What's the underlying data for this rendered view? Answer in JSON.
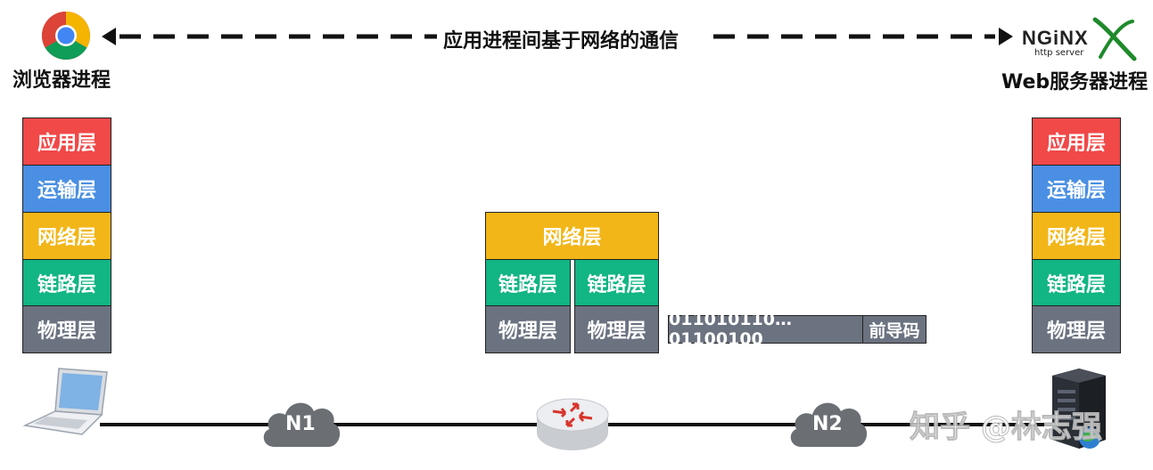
{
  "top": {
    "left_label": "浏览器进程",
    "right_label": "Web服务器进程",
    "arrow_label": "应用进程间基于网络的通信",
    "nginx_logo_text": "NGiNX",
    "nginx_sub_text": "http server"
  },
  "left_stack": [
    "应用层",
    "运输层",
    "网络层",
    "链路层",
    "物理层"
  ],
  "right_stack": [
    "应用层",
    "运输层",
    "网络层",
    "链路层",
    "物理层"
  ],
  "router_stack": {
    "network": "网络层",
    "link_left": "链路层",
    "link_right": "链路层",
    "phys_left": "物理层",
    "phys_right": "物理层"
  },
  "frame": {
    "bits": "011010110…01100100",
    "preamble": "前导码"
  },
  "network": {
    "n1": "N1",
    "n2": "N2"
  },
  "watermark": "知乎 @林志强",
  "colors": {
    "application": "#f14848",
    "transport": "#4a8fe3",
    "network": "#f2b618",
    "link": "#12b584",
    "physical": "#6b7280"
  }
}
